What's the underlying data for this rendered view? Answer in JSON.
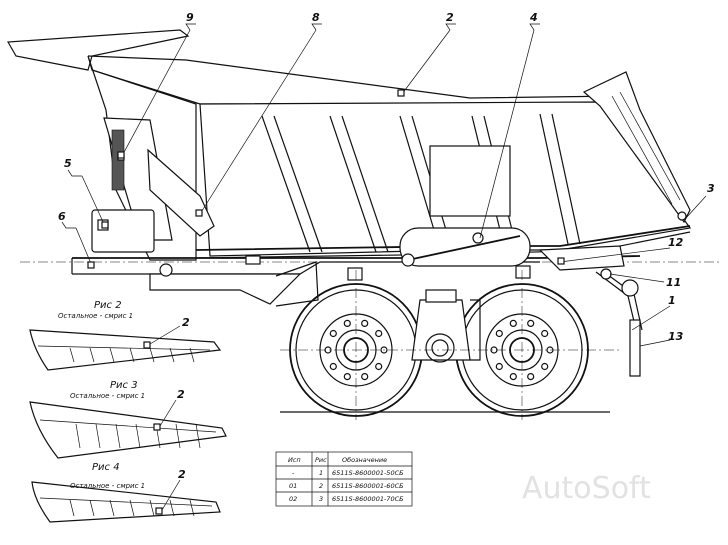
{
  "callouts": {
    "c9": "9",
    "c8": "8",
    "c2_top": "2",
    "c4": "4",
    "c5": "5",
    "c6": "6",
    "c3": "3",
    "c12": "12",
    "c11": "11",
    "c1": "1",
    "c13": "13"
  },
  "figures": [
    {
      "caption": "Рис 2",
      "note": "Остальное - смрис 1",
      "callout": "2"
    },
    {
      "caption": "Рис 3",
      "note": "Остальное - смрис 1",
      "callout": "2"
    },
    {
      "caption": "Рис 4",
      "note": "Остальное - смрис 1",
      "callout": "2"
    }
  ],
  "table": {
    "headers": [
      "Исп",
      "Рис",
      "Обозначение"
    ],
    "rows": [
      [
        "-",
        "1",
        "6511S-8600001-50СБ"
      ],
      [
        "01",
        "2",
        "6511S-8600001-60СБ"
      ],
      [
        "02",
        "3",
        "6511S-8600001-70СБ"
      ]
    ]
  },
  "watermark": "AutoSoft"
}
